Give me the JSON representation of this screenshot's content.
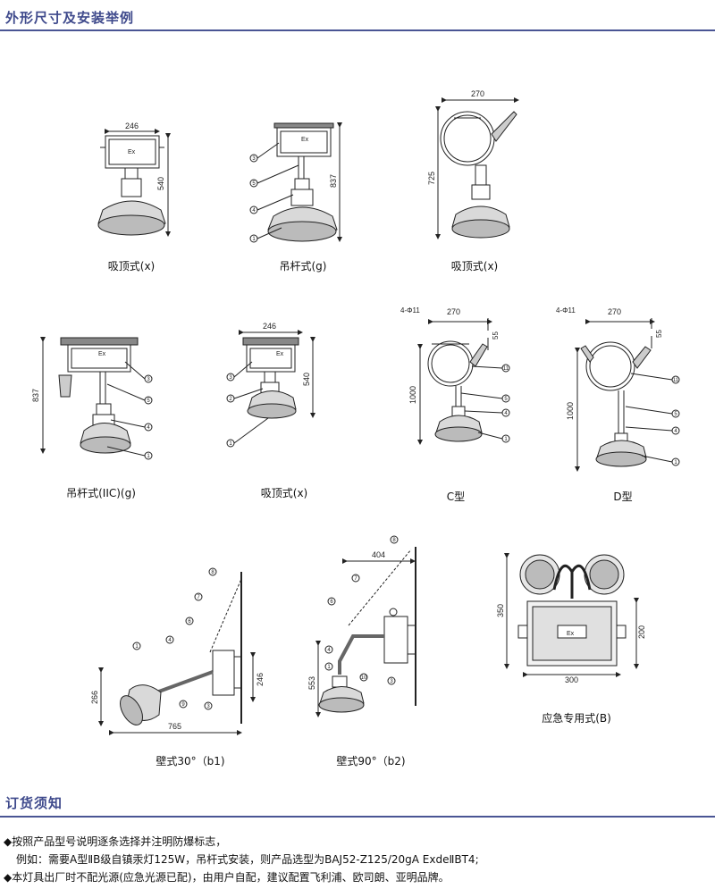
{
  "header": {
    "title": "外形尺寸及安装举例"
  },
  "figures": {
    "f1": {
      "caption": "吸顶式(x)",
      "dim_w": "246",
      "dim_h": "540",
      "label": "Ex"
    },
    "f2": {
      "caption": "吊杆式(g)",
      "dim_h": "837",
      "label": "Ex"
    },
    "f3": {
      "caption": "吸顶式(x)",
      "dim_w": "270",
      "dim_h": "725"
    },
    "f4": {
      "caption": "吊杆式(IIC)(g)",
      "dim_h": "837",
      "label": "Ex"
    },
    "f5": {
      "caption": "吸顶式(x)",
      "dim_w": "246",
      "dim_h": "540",
      "label": "Ex"
    },
    "f6": {
      "caption": "C型",
      "dim_w": "270",
      "dim_h": "1000",
      "dim_t": "55",
      "holes": "4-Φ11"
    },
    "f7": {
      "caption": "D型",
      "dim_w": "270",
      "dim_h": "1000",
      "dim_t": "55",
      "holes": "4-Φ11"
    },
    "f8": {
      "caption": "壁式30°（b1)",
      "dim_w": "765",
      "dim_h1": "266",
      "dim_h2": "246"
    },
    "f9": {
      "caption": "壁式90°（b2)",
      "dim_w": "404",
      "dim_h": "553"
    },
    "f10": {
      "caption": "应急专用式(B)",
      "dim_w": "300",
      "dim_h1": "350",
      "dim_h2": "200",
      "label": "Ex"
    }
  },
  "order": {
    "title": "订货须知",
    "line1": "◆按照产品型号说明逐条选择并注明防爆标志，",
    "line2": "例如：需要A型ⅡB级自镇汞灯125W，吊杆式安装，则产品选型为BAJ52-Z125/20gA ExdeⅡBT4;",
    "line3": "◆本灯具出厂时不配光源(应急光源已配)，由用户自配，建议配置飞利浦、欧司朗、亚明品牌。"
  }
}
